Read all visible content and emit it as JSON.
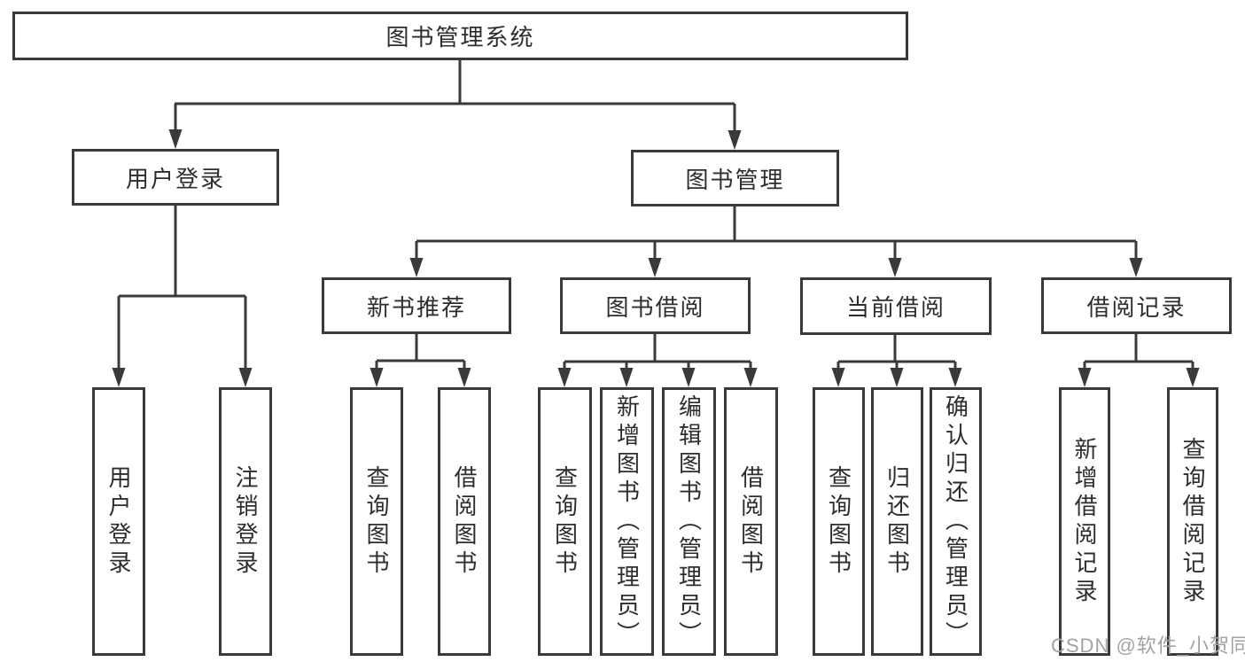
{
  "diagram_type": "hierarchy-tree",
  "tree": {
    "root": {
      "label": "图书管理系统",
      "children": [
        {
          "label": "用户登录",
          "children": [
            {
              "label": "用户登录"
            },
            {
              "label": "注销登录"
            }
          ]
        },
        {
          "label": "图书管理",
          "children": [
            {
              "label": "新书推荐",
              "children": [
                {
                  "label": "查询图书"
                },
                {
                  "label": "借阅图书"
                }
              ]
            },
            {
              "label": "图书借阅",
              "children": [
                {
                  "label": "查询图书"
                },
                {
                  "label": "新增图书（管理员）"
                },
                {
                  "label": "编辑图书（管理员）"
                },
                {
                  "label": "借阅图书"
                }
              ]
            },
            {
              "label": "当前借阅",
              "children": [
                {
                  "label": "查询图书"
                },
                {
                  "label": "归还图书"
                },
                {
                  "label": "确认归还（管理员）"
                }
              ]
            },
            {
              "label": "借阅记录",
              "children": [
                {
                  "label": "新增借阅记录"
                },
                {
                  "label": "查询借阅记录"
                }
              ]
            }
          ]
        }
      ]
    }
  },
  "watermark": {
    "text": "CSDN @软件_小贺同学"
  },
  "colors": {
    "line": "#3a3a3a",
    "box_border": "#3a3a3a",
    "box_background": "#ffffff",
    "text": "#2d2d2d",
    "watermark": "#a2a2a6",
    "page_background": "#ffffff"
  }
}
